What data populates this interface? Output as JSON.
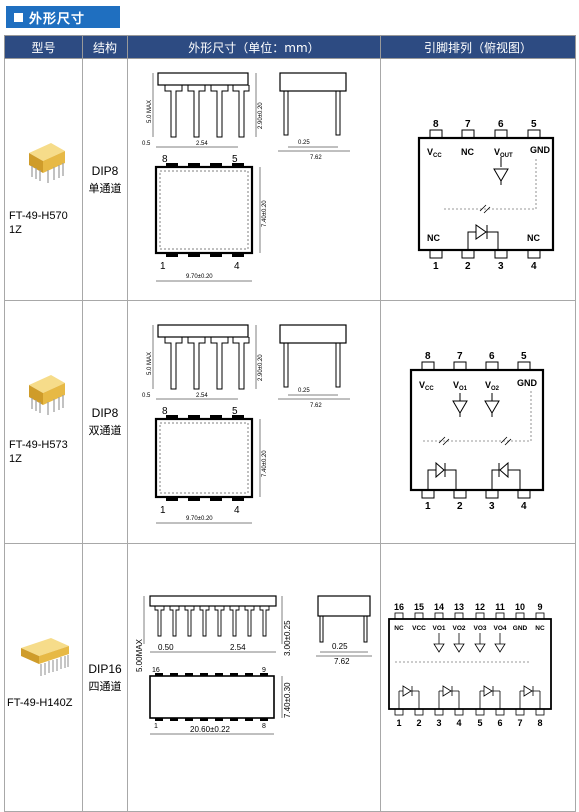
{
  "section": {
    "title": "外形尺寸"
  },
  "headers": [
    "型号",
    "结构",
    "外形尺寸（单位：mm）",
    "引脚排列（俯视图）"
  ],
  "rows": [
    {
      "model_line1": "FT-49-H570",
      "model_line2": "1Z",
      "structure_pkg": "DIP8",
      "structure_ch": "单通道",
      "dims": {
        "max_h": "5.0 MAX",
        "lead": "0.5",
        "pitch": "2.54",
        "h1": "2.90±0.20",
        "w1": "0.25",
        "w2": "7.62",
        "body_w": "7.40±0.20",
        "body_l": "9.70±0.20",
        "pin_tl": "8",
        "pin_tr": "5",
        "pin_bl": "1",
        "pin_br": "4"
      },
      "pinout": {
        "top_nums": [
          "8",
          "7",
          "6",
          "5"
        ],
        "bottom_nums": [
          "1",
          "2",
          "3",
          "4"
        ],
        "vcc": "V",
        "vcc_sub": "CC",
        "nc": "NC",
        "vout": "V",
        "vout_sub": "OUT",
        "gnd": "GND",
        "nc_l": "NC",
        "nc_r": "NC"
      }
    },
    {
      "model_line1": "FT-49-H573",
      "model_line2": "1Z",
      "structure_pkg": "DIP8",
      "structure_ch": "双通道",
      "dims": {
        "max_h": "5.0 MAX",
        "lead": "0.5",
        "pitch": "2.54",
        "h1": "2.90±0.20",
        "w1": "0.25",
        "w2": "7.62",
        "body_w": "7.40±0.20",
        "body_l": "9.70±0.20",
        "pin_tl": "8",
        "pin_tr": "5",
        "pin_bl": "1",
        "pin_br": "4"
      },
      "pinout": {
        "top_nums": [
          "8",
          "7",
          "6",
          "5"
        ],
        "bottom_nums": [
          "1",
          "2",
          "3",
          "4"
        ],
        "vcc": "V",
        "vcc_sub": "CC",
        "vo1": "V",
        "vo1_sub": "O1",
        "vo2": "V",
        "vo2_sub": "O2",
        "gnd": "GND"
      }
    },
    {
      "model_line1": "FT-49-H140Z",
      "model_line2": "",
      "structure_pkg": "DIP16",
      "structure_ch": "四通道",
      "dims": {
        "max_h": "5.00MAX",
        "lead": "0.50",
        "pitch": "2.54",
        "h1": "3.00±0.25",
        "w1": "0.25",
        "w2": "7.62",
        "body_w": "7.40±0.30",
        "body_l": "20.60±0.22",
        "pin_tl": "16",
        "pin_tr": "9",
        "pin_bl": "1",
        "pin_br": "8"
      },
      "pinout": {
        "top_nums": [
          "16",
          "15",
          "14",
          "13",
          "12",
          "11",
          "10",
          "9"
        ],
        "bottom_nums": [
          "1",
          "2",
          "3",
          "4",
          "5",
          "6",
          "7",
          "8"
        ],
        "labels": [
          "NC",
          "VCC",
          "VO1",
          "VO2",
          "VO3",
          "VO4",
          "GND",
          "NC"
        ]
      }
    }
  ]
}
